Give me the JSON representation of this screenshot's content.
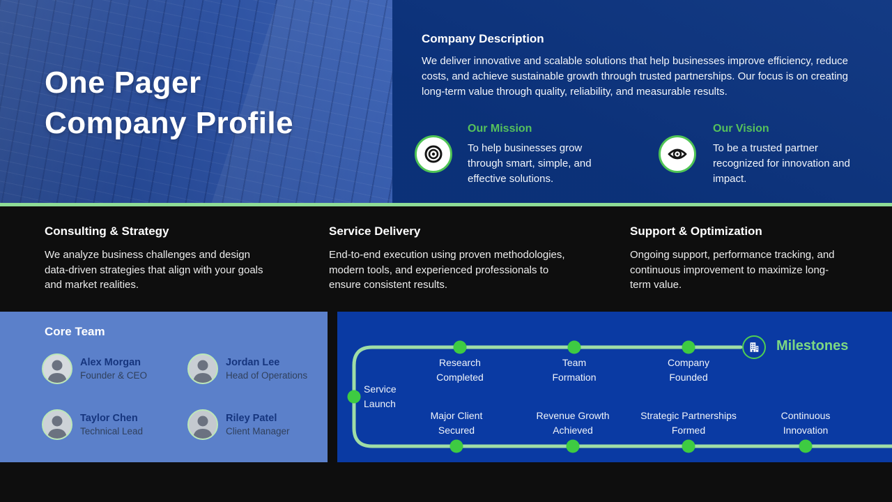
{
  "hero": {
    "title": "One Pager\nCompany Profile",
    "description": {
      "heading": "Company Description",
      "body": "We deliver innovative and scalable solutions that help businesses improve efficiency, reduce costs, and achieve sustainable growth through trusted partnerships. Our focus is on creating long-term value through quality, reliability, and measurable results."
    },
    "mission": {
      "heading": "Our Mission",
      "body": "To help businesses grow through smart, simple, and effective solutions.",
      "icon": "target-icon"
    },
    "vision": {
      "heading": "Our Vision",
      "body": "To be a trusted partner recognized for innovation and impact.",
      "icon": "eye-icon"
    }
  },
  "services": [
    {
      "title": "Consulting & Strategy",
      "body": "We analyze business challenges and design data-driven strategies that align with your goals and market realities."
    },
    {
      "title": "Service Delivery",
      "body": "End-to-end execution using proven methodologies, modern tools, and experienced professionals to ensure consistent results."
    },
    {
      "title": "Support & Optimization",
      "body": "Ongoing support, performance tracking, and continuous improvement to maximize long-term value."
    }
  ],
  "team": {
    "heading": "Core Team",
    "members": [
      {
        "name": "Alex Morgan",
        "role": "Founder & CEO"
      },
      {
        "name": "Jordan Lee",
        "role": "Head of Operations"
      },
      {
        "name": "Taylor Chen",
        "role": "Technical Lead"
      },
      {
        "name": "Riley Patel",
        "role": "Client Manager"
      }
    ]
  },
  "milestones": {
    "heading": "Milestones",
    "icon": "building-icon",
    "start_label": "Service\nLaunch",
    "top_row": [
      "Research\nCompleted",
      "Team\nFormation",
      "Company\nFounded"
    ],
    "bottom_row": [
      "Major Client\nSecured",
      "Revenue Growth\nAchieved",
      "Strategic Partnerships\nFormed",
      "Continuous\nInnovation"
    ]
  },
  "colors": {
    "accent_green": "#56c15c",
    "timeline_line_green": "#9fdda6",
    "dot_green": "#3ecb42",
    "divider_green": "#8edc96",
    "hero_left_blue": "#2b4f9d",
    "hero_right_navy": "#0c3480",
    "milestones_panel_blue": "#0a3aa3",
    "team_panel_blue": "#5b80ca",
    "team_name_blue": "#16357e",
    "band_black": "#0e0e0e"
  }
}
